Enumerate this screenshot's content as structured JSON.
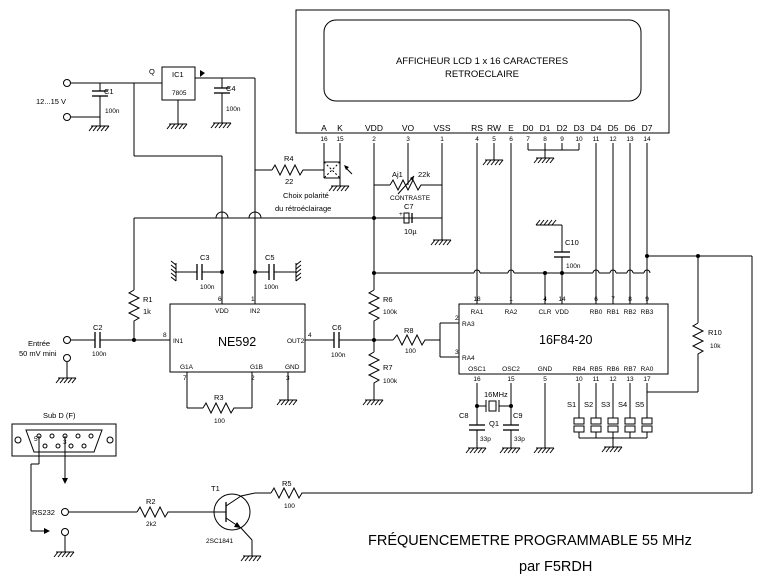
{
  "title": "FRÉQUENCEMETRE PROGRAMMABLE 55 MHz",
  "author": "par F5RDH",
  "lcd": {
    "line1": "AFFICHEUR LCD 1 x 16 CARACTERES",
    "line2": "RETROECLAIRE",
    "pins": [
      {
        "name": "A",
        "num": "16"
      },
      {
        "name": "K",
        "num": "15"
      },
      {
        "name": "VDD",
        "num": "2"
      },
      {
        "name": "VO",
        "num": "3"
      },
      {
        "name": "VSS",
        "num": "1"
      },
      {
        "name": "RS",
        "num": "4"
      },
      {
        "name": "RW",
        "num": "5"
      },
      {
        "name": "E",
        "num": "6"
      },
      {
        "name": "D0",
        "num": "7"
      },
      {
        "name": "D1",
        "num": "8"
      },
      {
        "name": "D2",
        "num": "9"
      },
      {
        "name": "D3",
        "num": "10"
      },
      {
        "name": "D4",
        "num": "11"
      },
      {
        "name": "D5",
        "num": "12"
      },
      {
        "name": "D6",
        "num": "13"
      },
      {
        "name": "D7",
        "num": "14"
      }
    ]
  },
  "power": {
    "input": "12...15 V",
    "regulator": "IC1",
    "regulator_part": "7805"
  },
  "caps": {
    "c1": "C1",
    "c1v": "100n",
    "c2": "C2",
    "c2v": "100n",
    "c3": "C3",
    "c3v": "100n",
    "c4": "C4",
    "c4v": "100n",
    "c5": "C5",
    "c5v": "100n",
    "c6": "C6",
    "c6v": "100n",
    "c7": "C7",
    "c7v": "10µ",
    "c8": "C8",
    "c8v": "33p",
    "c9": "C9",
    "c9v": "33p",
    "c10": "C10",
    "c10v": "100n"
  },
  "resistors": {
    "r1": "R1",
    "r1v": "1k",
    "r2": "R2",
    "r2v": "2k2",
    "r3": "R3",
    "r3v": "100",
    "r4": "R4",
    "r4v": "22",
    "r5": "R5",
    "r5v": "100",
    "r6": "R6",
    "r6v": "100k",
    "r7": "R7",
    "r7v": "100k",
    "r8": "R8",
    "r8v": "100",
    "r10": "R10",
    "r10v": "10k"
  },
  "trimmer": {
    "name": "Aj1",
    "value": "22k",
    "label": "CONTRASTE"
  },
  "backlight": {
    "line1": "Choix polarité",
    "line2": "du rétroéclairage"
  },
  "ne592": {
    "name": "NE592",
    "pins": {
      "vdd": "VDD",
      "vdd_n": "6",
      "in2": "IN2",
      "in2_n": "1",
      "in1": "IN1",
      "in1_n": "8",
      "out2": "OUT2",
      "out2_n": "4",
      "g1a": "G1A",
      "g1a_n": "7",
      "g1b": "G1B",
      "g1b_n": "2",
      "gnd": "GND",
      "gnd_n": "3"
    }
  },
  "pic": {
    "name": "16F84-20",
    "top": [
      {
        "name": "RA1",
        "num": "18"
      },
      {
        "name": "RA2",
        "num": "1"
      },
      {
        "name": "CLR",
        "num": "4"
      },
      {
        "name": "VDD",
        "num": "14"
      },
      {
        "name": "RB0",
        "num": "6"
      },
      {
        "name": "RB1",
        "num": "7"
      },
      {
        "name": "RB2",
        "num": "8"
      },
      {
        "name": "RB3",
        "num": "9"
      }
    ],
    "left": [
      {
        "name": "RA3",
        "num": "2"
      },
      {
        "name": "RA4",
        "num": "3"
      }
    ],
    "bottom": [
      {
        "name": "OSC1",
        "num": "16"
      },
      {
        "name": "OSC2",
        "num": "15"
      },
      {
        "name": "GND",
        "num": "5"
      },
      {
        "name": "RB4",
        "num": "10"
      },
      {
        "name": "RB5",
        "num": "11"
      },
      {
        "name": "RB6",
        "num": "12"
      },
      {
        "name": "RB7",
        "num": "13"
      },
      {
        "name": "RA0",
        "num": "17"
      }
    ]
  },
  "crystal": {
    "name": "Q1",
    "freq": "16MHz"
  },
  "switches": [
    "S1",
    "S2",
    "S3",
    "S4",
    "S5"
  ],
  "input": {
    "line1": "Entrée",
    "line2": "50 mV mini"
  },
  "subd": {
    "name": "Sub D (F)",
    "pins": [
      "5",
      "3"
    ]
  },
  "rs232": "RS232",
  "transistor": {
    "name": "T1",
    "part": "2SC1841"
  }
}
